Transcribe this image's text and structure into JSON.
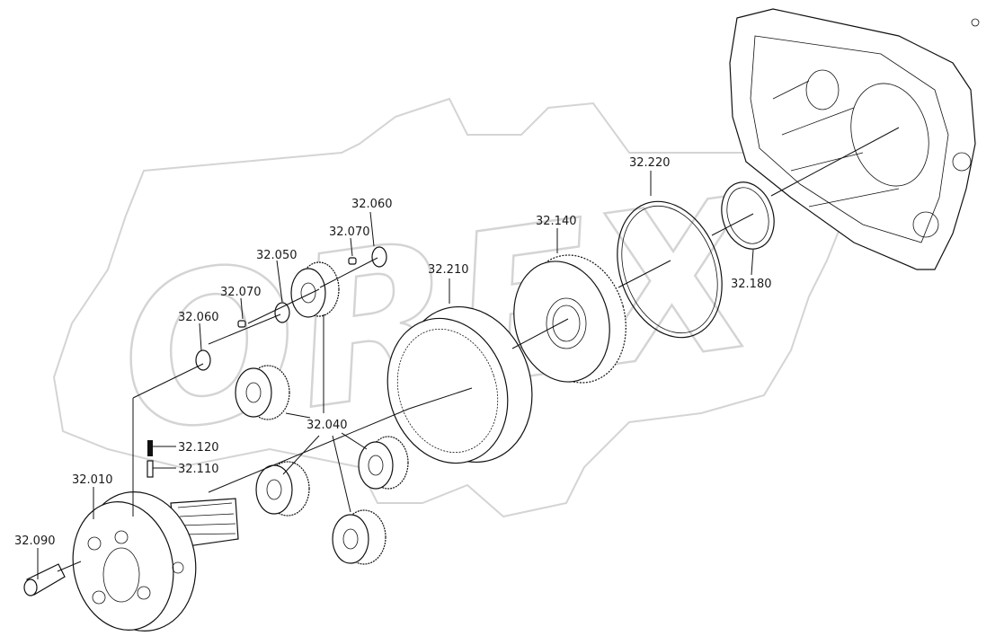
{
  "watermark": {
    "text": "OREX"
  },
  "callouts": {
    "c32010": "32.010",
    "c32040": "32.040",
    "c32050": "32.050",
    "c32060a": "32.060",
    "c32060b": "32.060",
    "c32070a": "32.070",
    "c32070b": "32.070",
    "c32090": "32.090",
    "c32110": "32.110",
    "c32120": "32.120",
    "c32140": "32.140",
    "c32180": "32.180",
    "c32210": "32.210",
    "c32220": "32.220"
  },
  "colors": {
    "line": "#111111",
    "watermark": "#d4d4d4",
    "background": "#ffffff"
  }
}
